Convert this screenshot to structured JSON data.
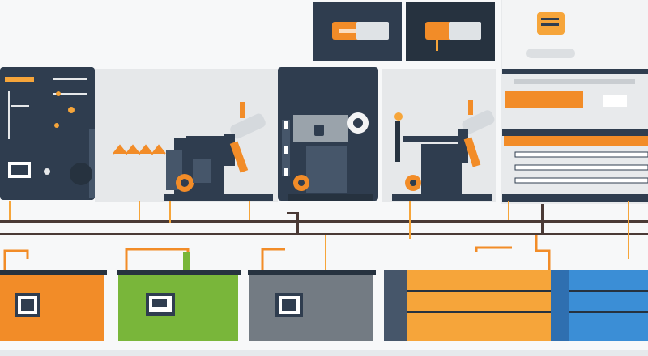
{
  "scene": {
    "description_visible_text": "",
    "palette": {
      "navy": "#2f3d4f",
      "navy_dark": "#26323f",
      "slate": "#46566a",
      "light_panel": "#e6e8ea",
      "orange": "#f28c28",
      "orange_light": "#f6a53a",
      "green": "#79b63a",
      "gray_bin": "#737b83",
      "blue": "#3b8ed6",
      "rail": "#4a3a36",
      "white": "#ffffff"
    },
    "icons": [
      "control-panel-icon",
      "robotic-arm-icon",
      "conveyor-machine-icon",
      "battery-icon",
      "monitor-screen-icon"
    ],
    "bins": [
      {
        "color": "orange"
      },
      {
        "color": "green"
      },
      {
        "color": "gray"
      },
      {
        "color": "orange"
      },
      {
        "color": "blue"
      }
    ]
  }
}
